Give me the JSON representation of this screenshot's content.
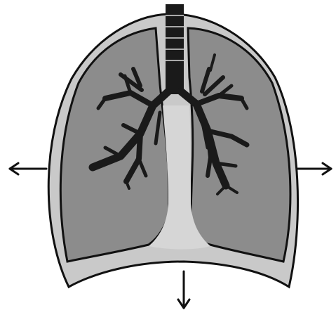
{
  "diagram": {
    "subject": "lungs-inside-thoracic-cavity",
    "arrow_directions": [
      "left",
      "right",
      "down"
    ],
    "colors": {
      "background": "#ffffff",
      "outline": "#111111",
      "pleural_cavity": "#c9c9c9",
      "lung": "#8c8c8c",
      "mediastinum": "#d6d6d6",
      "airway": "#1a1a1a"
    }
  }
}
